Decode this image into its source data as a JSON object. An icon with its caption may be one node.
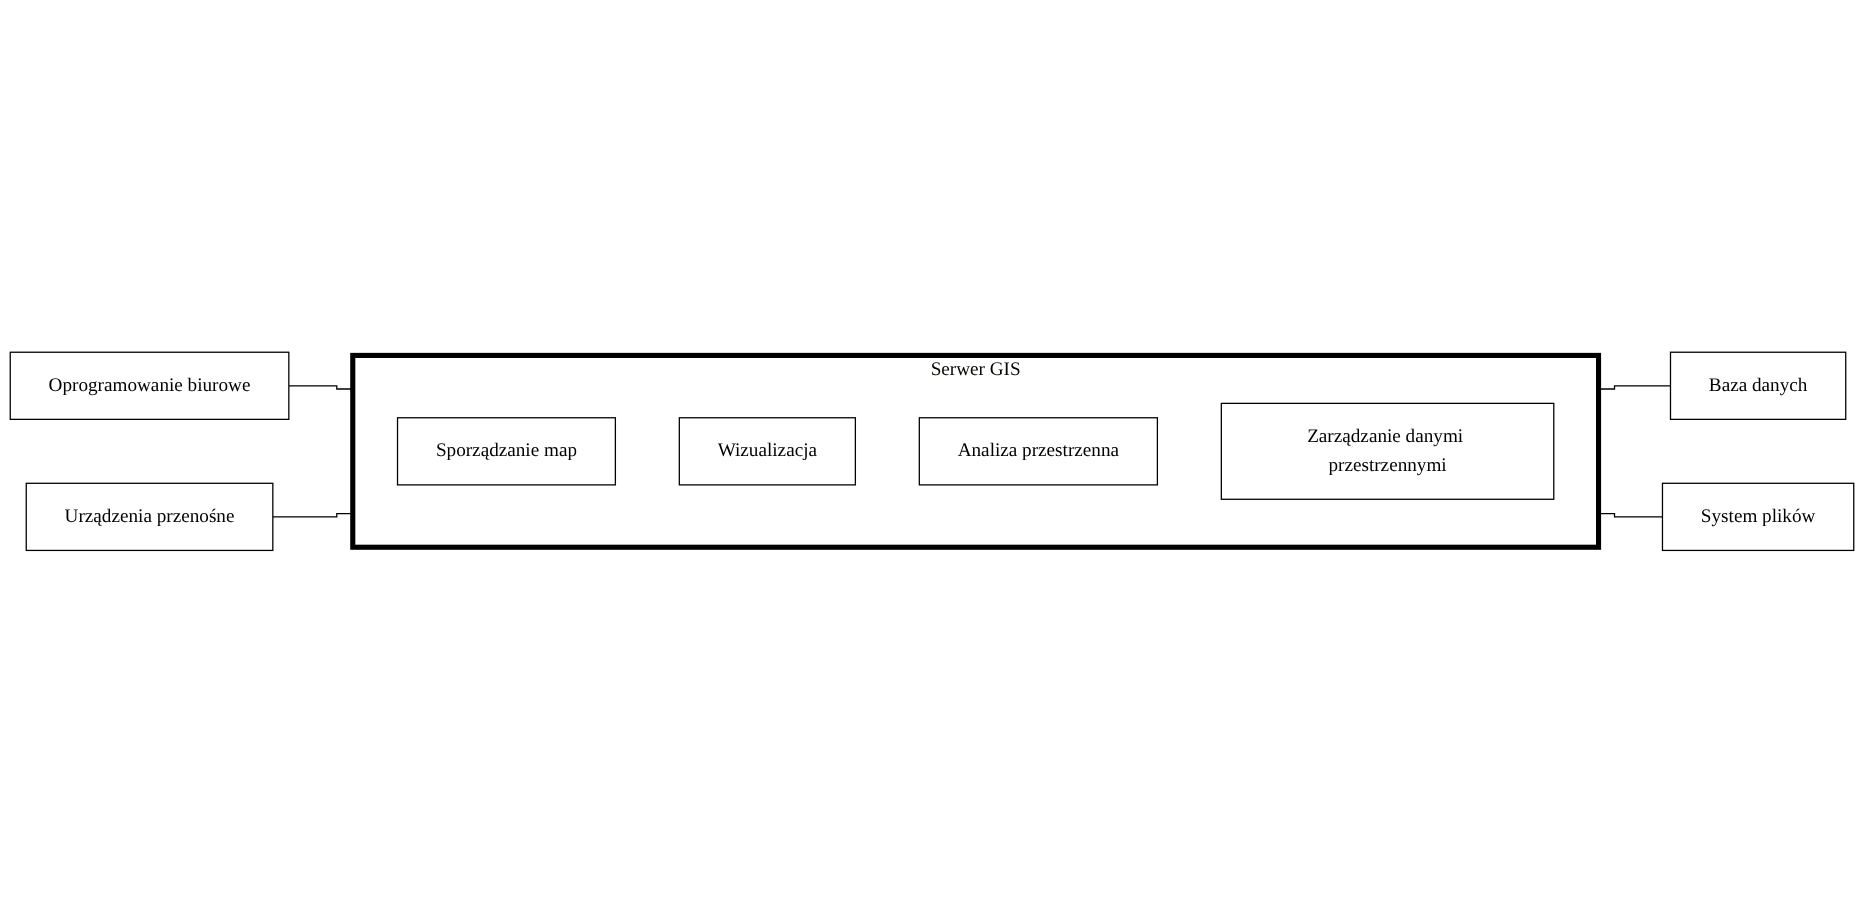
{
  "diagram": {
    "nodes": [
      {
        "text": [
          "Serwer GIS"
        ]
      },
      {
        "text": [
          "Sporządzanie map"
        ],
        "in": 0
      },
      {
        "text": [
          "Wizualizacja"
        ],
        "in": 0
      },
      {
        "text": [
          "Analiza przestrzenna"
        ],
        "in": 0
      },
      {
        "text": [
          "Zarządzanie danymi przestrzennymi"
        ],
        "in": 0
      },
      {
        "text": [
          "Oprogramowanie biurowe"
        ]
      },
      {
        "text": [
          "Urządzenia przenośne"
        ]
      },
      {
        "text": [
          "Baza danych"
        ]
      },
      {
        "text": [
          "System plików"
        ]
      }
    ],
    "edges": [
      {
        "from": 5,
        "to": 0,
        "arrow": "none"
      },
      {
        "from": 6,
        "to": 0,
        "arrow": "none"
      },
      {
        "from": 0,
        "to": 7,
        "arrow": "none"
      },
      {
        "from": 0,
        "to": 8,
        "arrow": "none"
      }
    ]
  }
}
